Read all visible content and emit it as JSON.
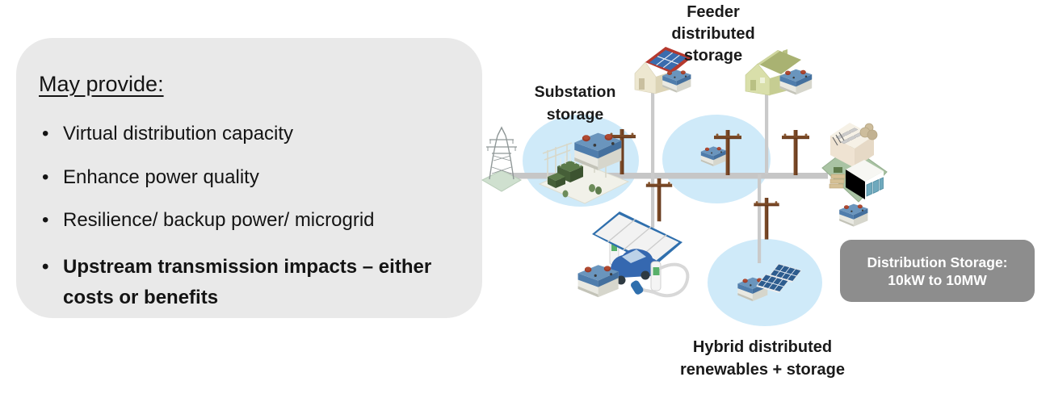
{
  "slide": {
    "panel": {
      "title": "May provide: ",
      "bullets": [
        "Virtual distribution capacity",
        "Enhance power quality",
        "Resilience/ backup power/ microgrid",
        "Upstream transmission impacts – either\ncosts or benefits"
      ]
    },
    "diagram": {
      "labels": {
        "feeder": "Feeder\ndistributed\nstorage",
        "substation": "Substation\nstorage",
        "hybrid": "Hybrid distributed\nrenewables + storage"
      },
      "badge": "Distribution Storage:\n10kW to 10MW",
      "icons": [
        "transmission-tower",
        "substation-with-battery",
        "utility-pole",
        "solar-house-with-battery",
        "house-with-battery",
        "feeder-battery",
        "ev-charging-station-with-solar-canopy",
        "hybrid-battery-with-solar-panels",
        "industrial-building-with-battery"
      ],
      "colors": {
        "panel_background": "#e9e9e9",
        "highlight_ellipse_blue": "#cfeaf9",
        "badge_background": "#8d8d8d",
        "badge_text": "#ffffff",
        "power_line_gray": "#c6c6c6",
        "battery_blue": "#5b88b4",
        "battery_terminal_red": "#9c3b27",
        "pole_brown": "#7b4a27",
        "roof_red": "#b5392e",
        "solar_panel_blue": "#2d5c8e"
      }
    }
  }
}
